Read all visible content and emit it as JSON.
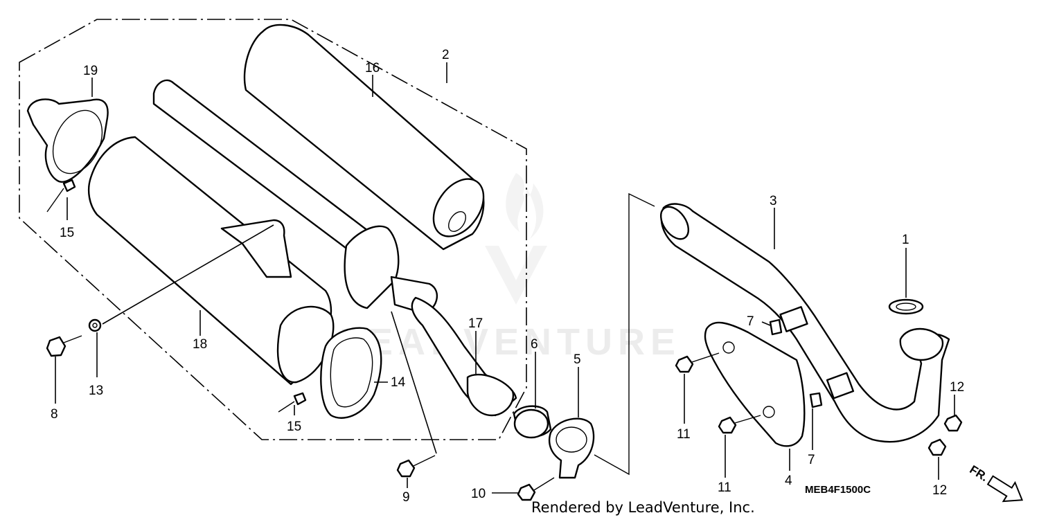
{
  "watermark": "LEADVENTURE",
  "credit": "Rendered by LeadVenture, Inc.",
  "diagram_code": "MEB4F1500C",
  "front_indicator": "FR.",
  "callouts": {
    "c1": "1",
    "c2": "2",
    "c3": "3",
    "c4": "4",
    "c5": "5",
    "c6": "6",
    "c7a": "7",
    "c7b": "7",
    "c8": "8",
    "c9": "9",
    "c10": "10",
    "c11a": "11",
    "c11b": "11",
    "c12a": "12",
    "c12b": "12",
    "c13": "13",
    "c14": "14",
    "c15a": "15",
    "c15b": "15",
    "c16": "16",
    "c17": "17",
    "c18": "18",
    "c19": "19"
  }
}
